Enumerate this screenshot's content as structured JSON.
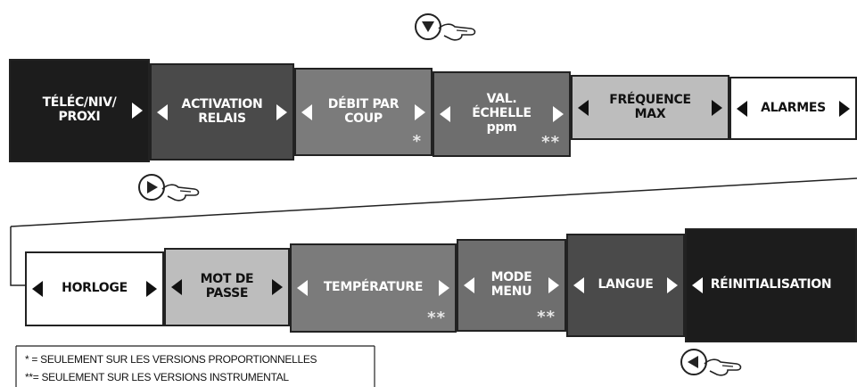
{
  "row1": [
    {
      "id": "telec",
      "label": "TÉLÉC/NIV/\nPROXI",
      "bg": "#1c1c1c",
      "fg": "#ffffff",
      "stars": ""
    },
    {
      "id": "activation",
      "label": "ACTIVATION\nRELAIS",
      "bg": "#4a4a4a",
      "fg": "#ffffff",
      "stars": ""
    },
    {
      "id": "debit",
      "label": "DÉBIT PAR\nCOUP",
      "bg": "#7b7b7b",
      "fg": "#ffffff",
      "stars": "*"
    },
    {
      "id": "val",
      "label": "VAL.\nÉCHELLE\nppm",
      "bg": "#6e6e6e",
      "fg": "#ffffff",
      "stars": "**"
    },
    {
      "id": "frequence",
      "label": "FRÉQUENCE\nMAX",
      "bg": "#bdbdbd",
      "fg": "#111111",
      "stars": ""
    },
    {
      "id": "alarmes",
      "label": "ALARMES",
      "bg": "#ffffff",
      "fg": "#111111",
      "stars": ""
    }
  ],
  "row2": [
    {
      "id": "horloge",
      "label": "HORLOGE",
      "bg": "#ffffff",
      "fg": "#111111",
      "stars": ""
    },
    {
      "id": "motdepasse",
      "label": "MOT DE\nPASSE",
      "bg": "#bdbdbd",
      "fg": "#111111",
      "stars": ""
    },
    {
      "id": "temperature",
      "label": "TEMPÉRATURE",
      "bg": "#7b7b7b",
      "fg": "#ffffff",
      "stars": "**"
    },
    {
      "id": "modemenu",
      "label": "MODE\nMENU",
      "bg": "#6e6e6e",
      "fg": "#ffffff",
      "stars": "**"
    },
    {
      "id": "langue",
      "label": "LANGUE",
      "bg": "#4a4a4a",
      "fg": "#ffffff",
      "stars": ""
    },
    {
      "id": "reinit",
      "label": "RÉINITIALISATION",
      "bg": "#1c1c1c",
      "fg": "#ffffff",
      "stars": ""
    }
  ],
  "legend": {
    "line1": "* = SEULEMENT SUR LES VERSIONS PROPORTIONNELLES",
    "line2": "**= SEULEMENT SUR LES VERSIONS INSTRUMENTAL"
  },
  "icons": {
    "down": "finger-press-down-button-icon",
    "right": "finger-press-right-button-icon",
    "left": "finger-press-left-button-icon"
  }
}
